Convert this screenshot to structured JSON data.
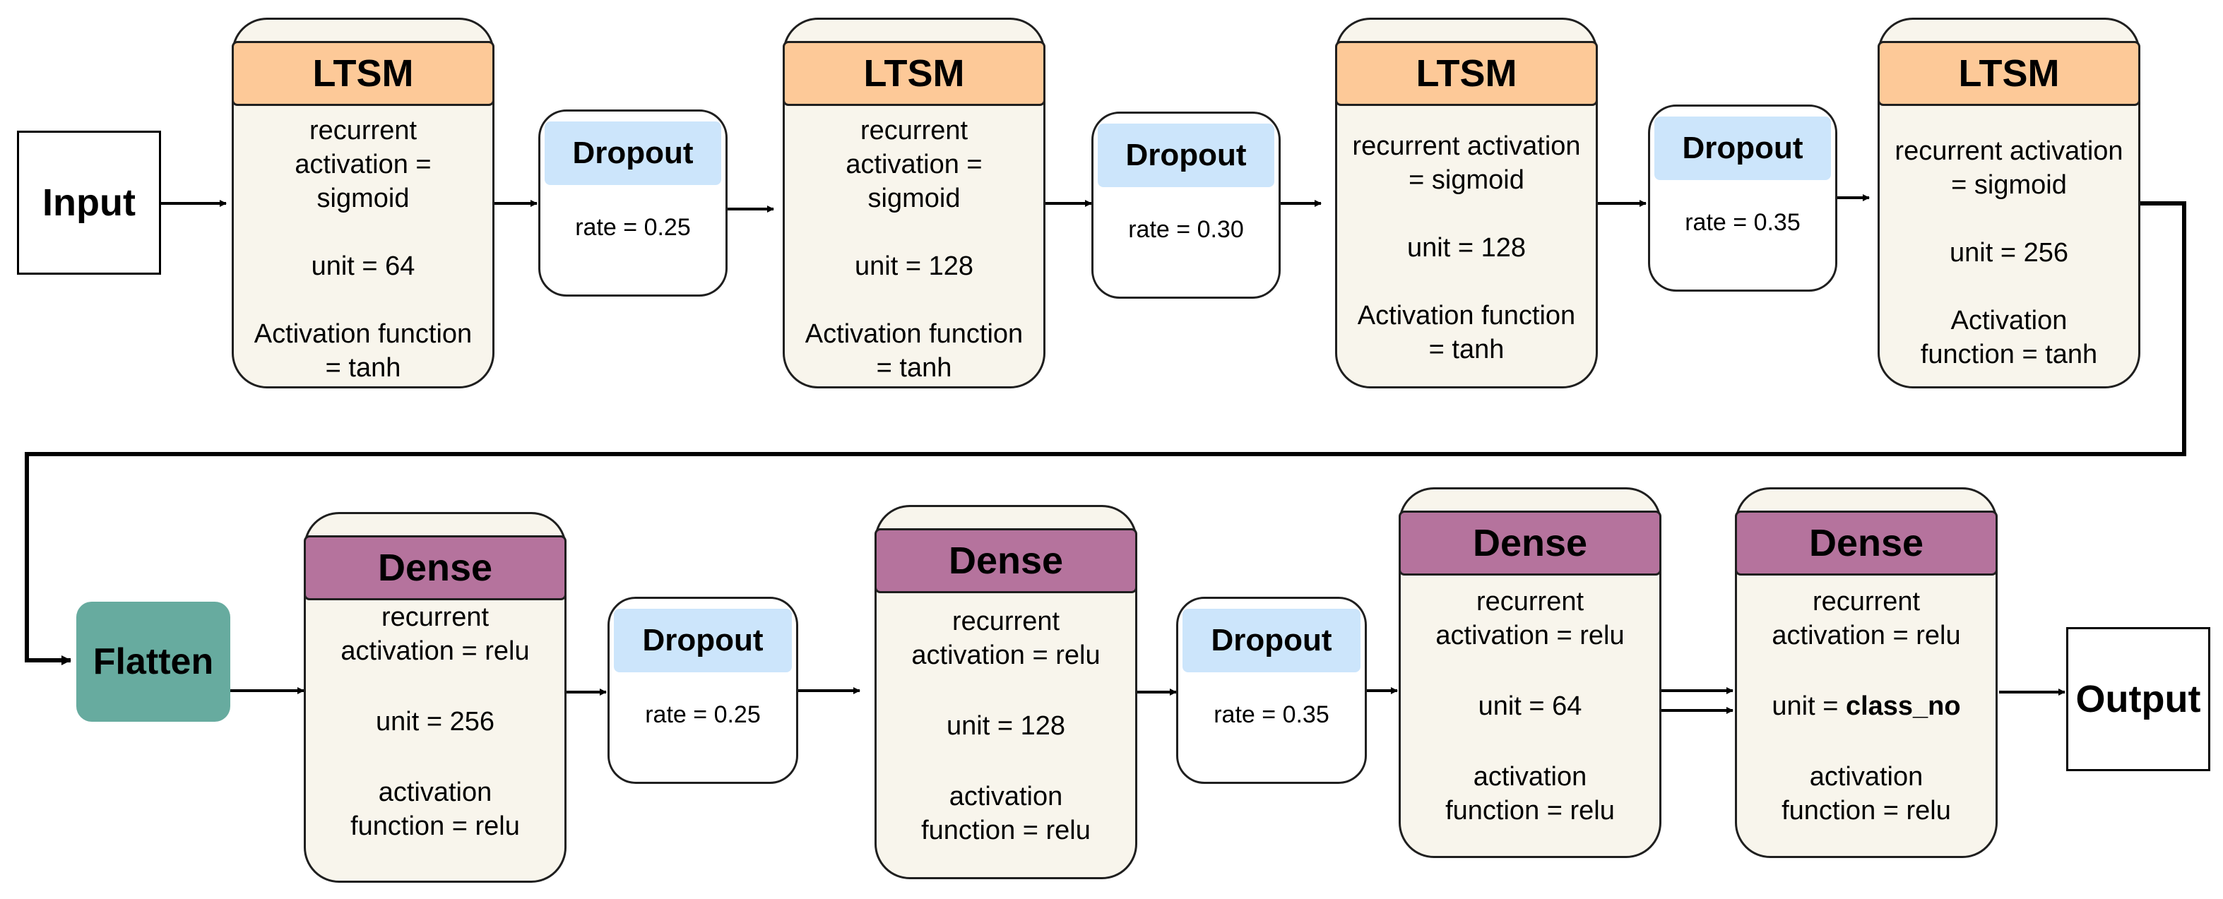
{
  "input_label": "Input",
  "output_label": "Output",
  "flatten_label": "Flatten",
  "lstm": [
    {
      "title": "LTSM",
      "recurrent": "recurrent\nactivation =\nsigmoid",
      "unit": "unit = 64",
      "activation": "Activation function\n= tanh"
    },
    {
      "title": "LTSM",
      "recurrent": "recurrent\nactivation =\nsigmoid",
      "unit": "unit = 128",
      "activation": "Activation function\n= tanh"
    },
    {
      "title": "LTSM",
      "recurrent": "recurrent activation\n= sigmoid",
      "unit": "unit = 128",
      "activation": "Activation function\n= tanh"
    },
    {
      "title": "LTSM",
      "recurrent": "recurrent activation\n= sigmoid",
      "unit": "unit = 256",
      "activation": "Activation\nfunction = tanh"
    }
  ],
  "dropout_top": [
    {
      "title": "Dropout",
      "rate": "rate = 0.25"
    },
    {
      "title": "Dropout",
      "rate": "rate = 0.30"
    },
    {
      "title": "Dropout",
      "rate": "rate = 0.35"
    }
  ],
  "dropout_bottom": [
    {
      "title": "Dropout",
      "rate": "rate = 0.25"
    },
    {
      "title": "Dropout",
      "rate": "rate = 0.35"
    }
  ],
  "dense": [
    {
      "title": "Dense",
      "recurrent": "recurrent\nactivation = relu",
      "unit": "unit = 256",
      "activation": "activation\nfunction = relu"
    },
    {
      "title": "Dense",
      "recurrent": "recurrent\nactivation = relu",
      "unit": "unit = 128",
      "activation": "activation\nfunction = relu"
    },
    {
      "title": "Dense",
      "recurrent": "recurrent\nactivation = relu",
      "unit": "unit = 64",
      "activation": "activation\nfunction = relu"
    },
    {
      "title": "Dense",
      "recurrent": "recurrent\nactivation = relu",
      "unit_prefix": "unit = ",
      "unit_value": "class_no",
      "activation": "activation\nfunction = relu"
    }
  ]
}
